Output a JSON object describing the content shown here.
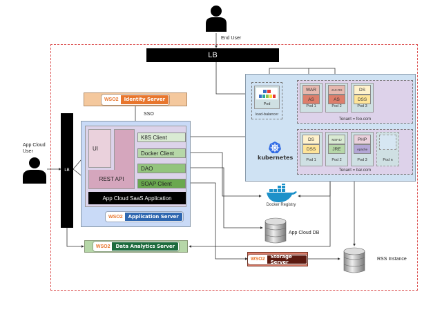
{
  "end_user": {
    "label": "End User",
    "icon": "person-icon"
  },
  "app_cloud_user": {
    "label_line1": "App Cloud",
    "label_line2": "User",
    "icon": "person-icon"
  },
  "lb_top": {
    "label": "LB"
  },
  "lb_left": {
    "label": "LB"
  },
  "identity_server": {
    "logo": "WSO2",
    "name": "Identity Server",
    "color": "#f1c699",
    "badge_color": "#e8762d"
  },
  "sso_label": "SSO",
  "application_server": {
    "logo": "WSO2",
    "name": "Application Server",
    "badge_color": "#2f67b0",
    "components": {
      "ui": "UI",
      "rest_api": "REST API",
      "k8s_client": "K8S Client",
      "docker_client": "Docker Client",
      "dao": "DAO",
      "soap_client": "SOAP Client",
      "saas_app": "App Cloud SaaS Application"
    }
  },
  "kubernetes": {
    "label": "kubernetes",
    "load_balancer": {
      "pod_label": "Pod",
      "group_label": "load-balancer",
      "haproxy_letters": [
        "H",
        "A",
        "P",
        "R",
        "O",
        "X",
        "Y"
      ]
    },
    "tenants": [
      {
        "label": "Tenant = foo.com",
        "pods": [
          {
            "label": "Pod 1",
            "chips": [
              "WAR",
              "AS"
            ]
          },
          {
            "label": "Pod 2",
            "chips": [
              "JAX-RS",
              "AS"
            ]
          },
          {
            "label": "Pod 3",
            "chips": [
              "DS",
              "DSS"
            ]
          }
        ]
      },
      {
        "label": "Tenant = bar.com",
        "pods": [
          {
            "label": "Pod 1",
            "chips": [
              "DS",
              "DSS"
            ]
          },
          {
            "label": "Pod 2",
            "chips": [
              "MSF4J",
              "JRE"
            ]
          },
          {
            "label": "Pod 3",
            "chips": [
              "PHP",
              "Apache"
            ]
          },
          {
            "label": "Pod n",
            "chips": []
          }
        ]
      }
    ]
  },
  "docker_registry": {
    "label": "Docker Registry",
    "icon": "docker-whale-icon"
  },
  "app_cloud_db": {
    "label": "App Cloud DB",
    "icon": "database-icon"
  },
  "data_analytics_server": {
    "logo": "WSO2",
    "name": "Data Analytics Server",
    "badge_color": "#1d6b3d"
  },
  "storage_server": {
    "logo": "WSO2",
    "name": "Storage Server",
    "badge_color": "#5c1a10"
  },
  "rss_instance": {
    "label": "RSS Instance",
    "icon": "database-icon"
  }
}
